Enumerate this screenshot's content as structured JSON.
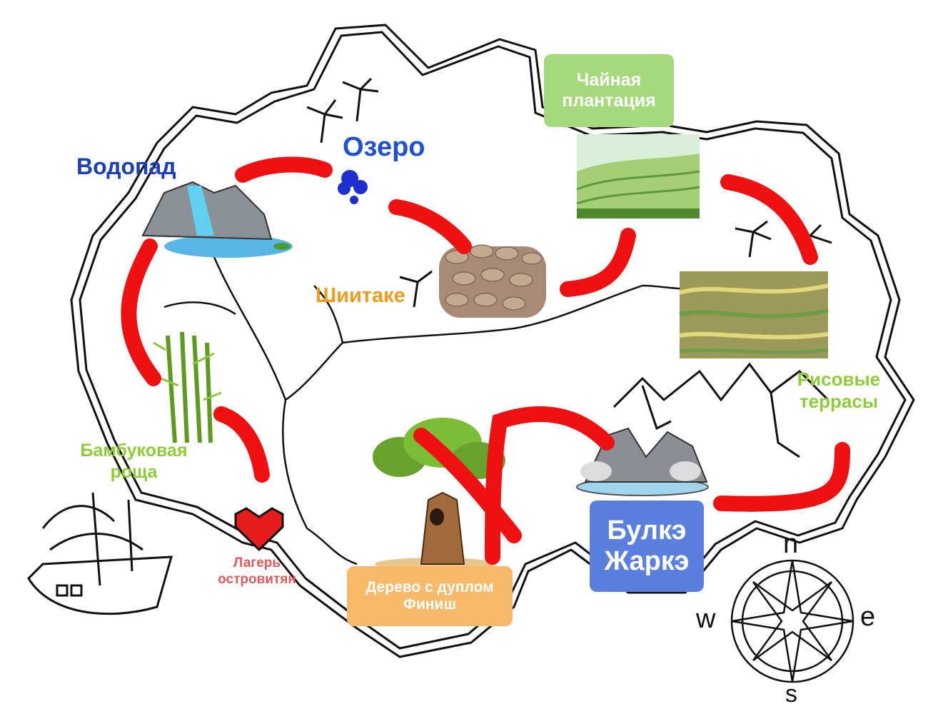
{
  "map": {
    "labels": {
      "lake": "Озеро",
      "waterfall": "Водопад",
      "shiitake": "Шиитаке",
      "tea_line1": "Чайная",
      "tea_line2": "плантация",
      "rice_line1": "Рисовые",
      "rice_line2": "террасы",
      "bamboo_line1": "Бамбуковая",
      "bamboo_line2": "роща",
      "camp_line1": "Лагерь",
      "camp_line2": "островитян",
      "hotspring_line1": "Булкэ",
      "hotspring_line2": "Жаркэ",
      "tree_line1": "Дерево с дуплом",
      "tree_line2": "Финиш"
    },
    "compass": {
      "north": "n",
      "south": "s",
      "east": "e",
      "west": "w"
    },
    "colors": {
      "route": "#ee1111",
      "lake_text": "#1f4fd6",
      "waterfall_text": "#1a3fb8",
      "shiitake_text": "#f29a1a",
      "green_text": "#8fcc3a",
      "camp_text": "#e05a5a",
      "tea_box": "#a6d97c",
      "hotspring_box": "#5b7fde",
      "tree_box": "#f7b96a"
    },
    "icons": [
      "waterfall-icon",
      "lake-icon",
      "mushroom-icon",
      "tea-field-icon",
      "rice-terrace-icon",
      "bamboo-icon",
      "heart-icon",
      "tree-icon",
      "hot-spring-icon",
      "ship-icon",
      "compass-rose-icon",
      "palm-tree-icon",
      "mountain-icon"
    ]
  }
}
